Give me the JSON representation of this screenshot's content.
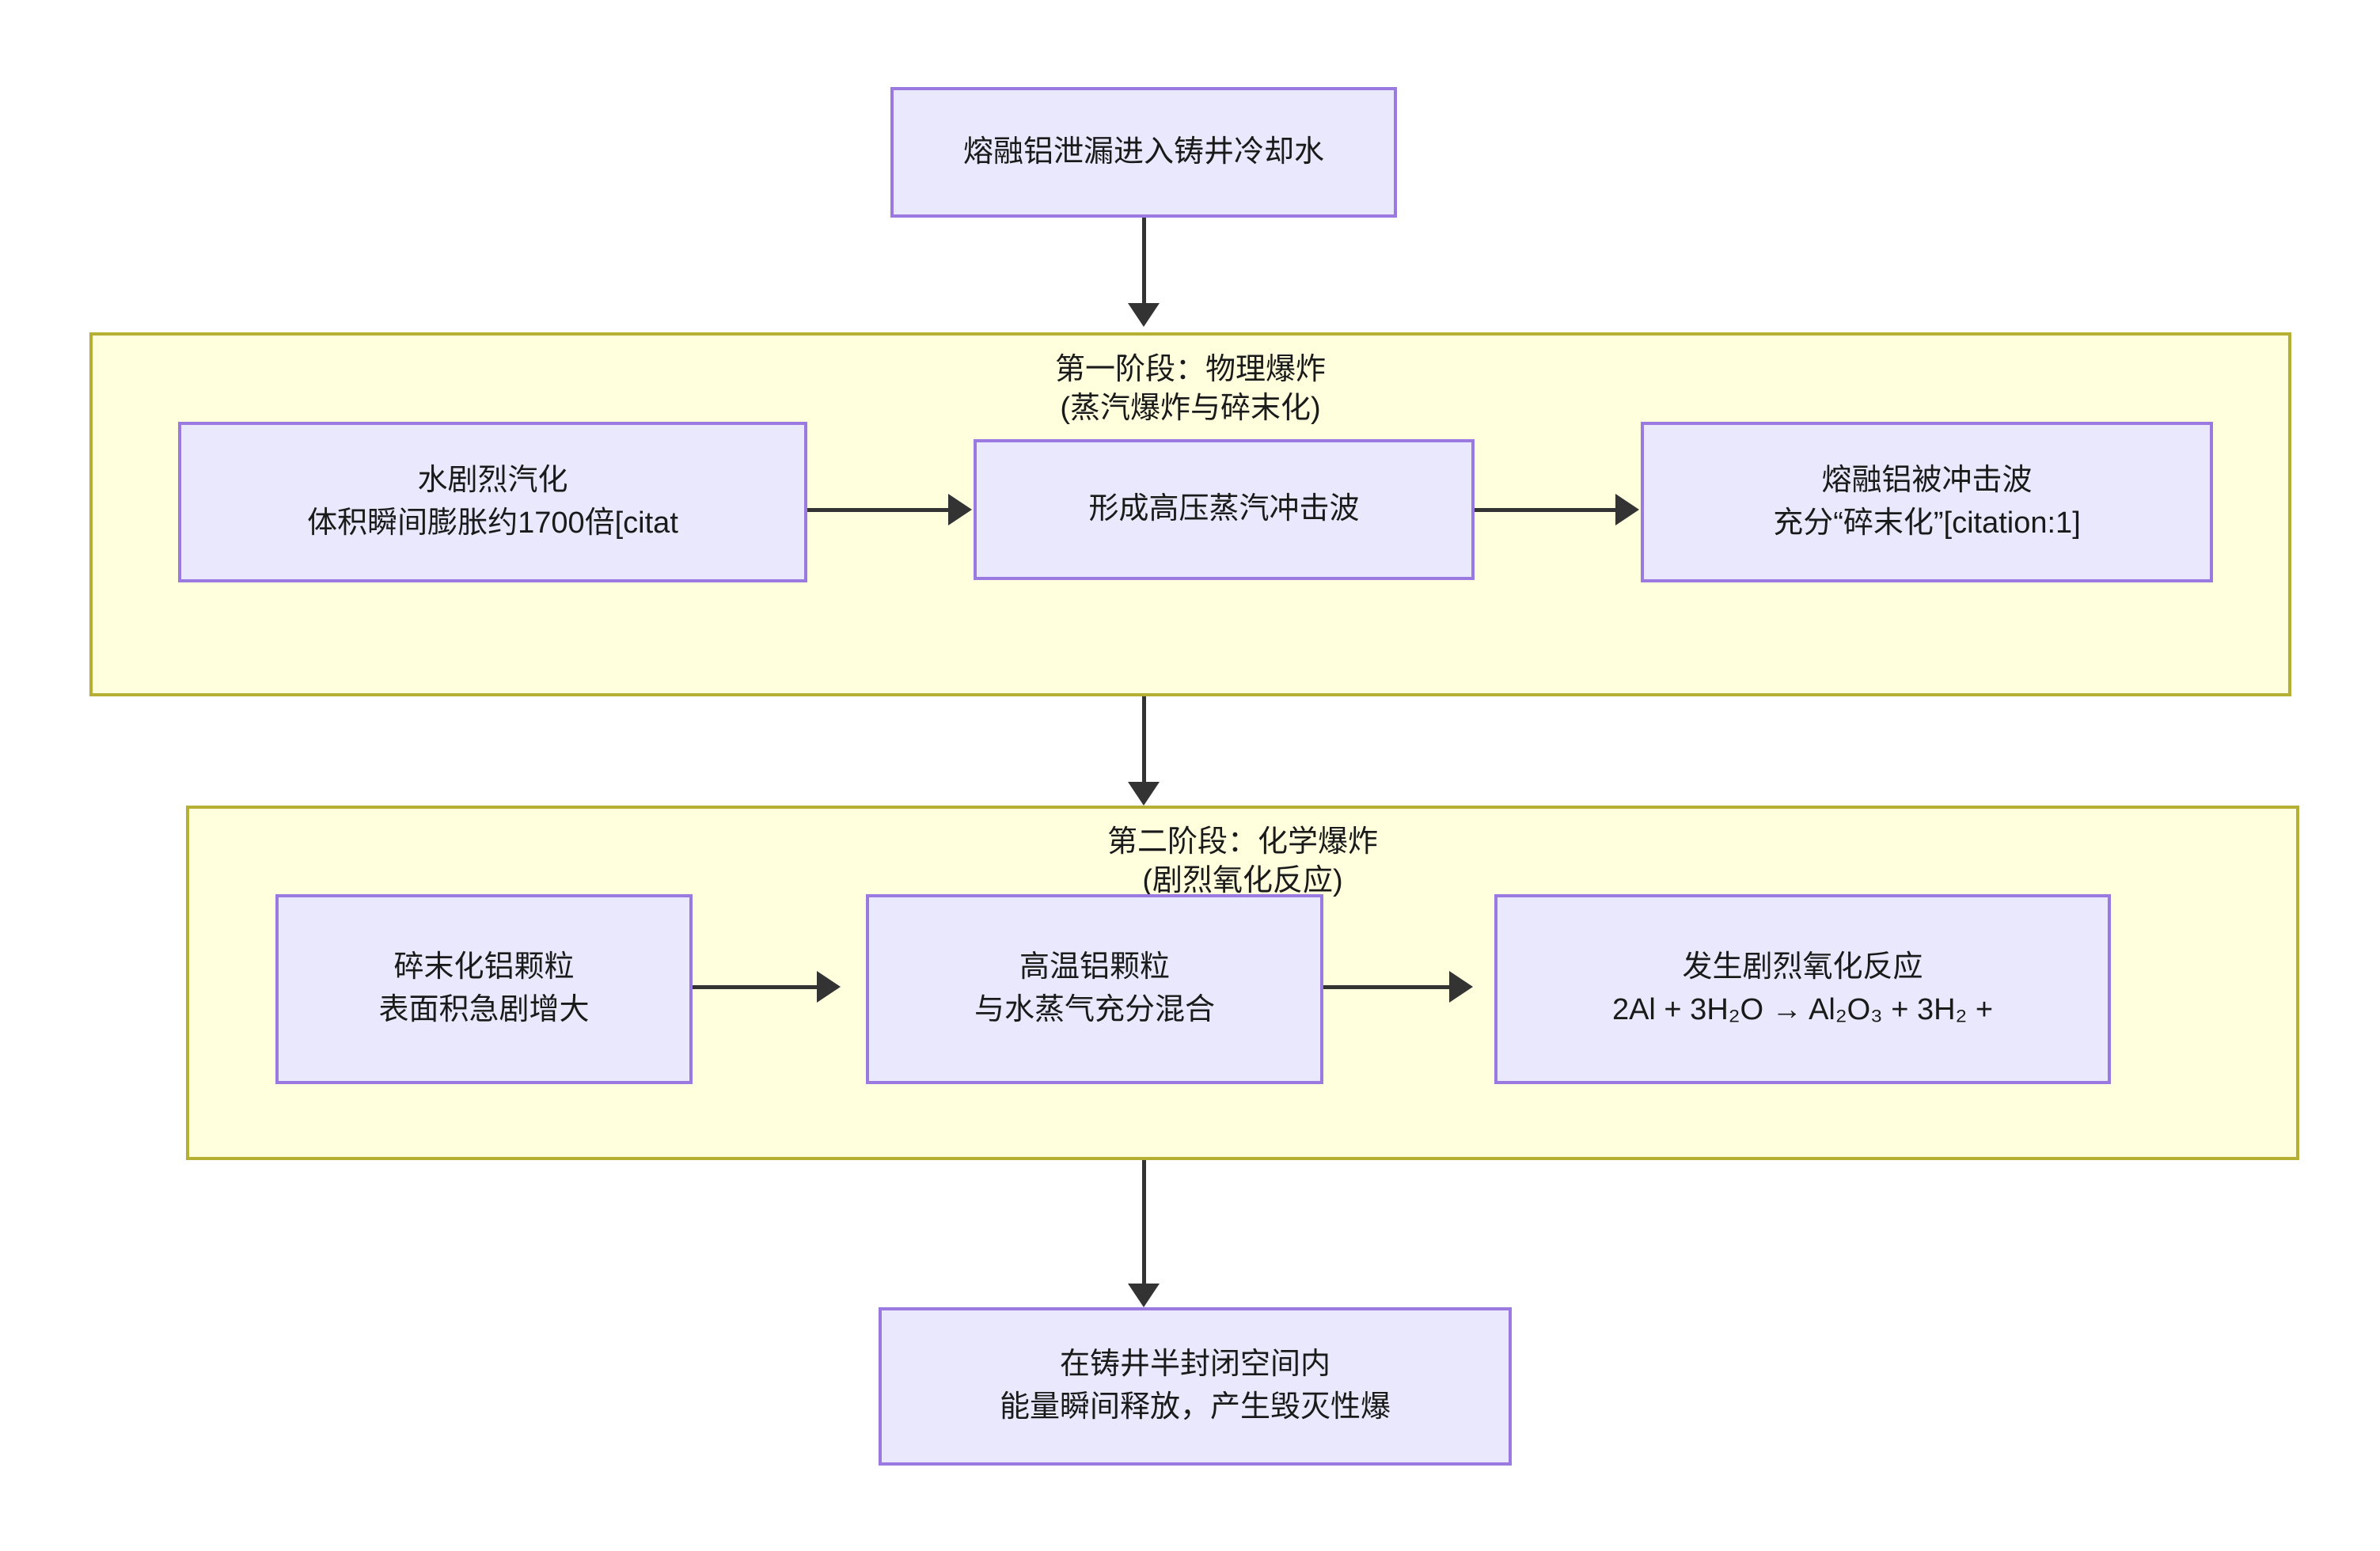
{
  "diagram": {
    "type": "flowchart",
    "direction": "top-to-bottom",
    "start_node": {
      "label": "熔融铝泄漏进入铸井冷却水"
    },
    "stages": [
      {
        "title_line1": "第一阶段：物理爆炸",
        "title_line2": "(蒸汽爆炸与碎末化)",
        "nodes": [
          {
            "line1": "水剧烈汽化",
            "line2": "体积瞬间膨胀约1700倍[citat"
          },
          {
            "line1": "形成高压蒸汽冲击波",
            "line2": ""
          },
          {
            "line1": "熔融铝被冲击波",
            "line2": "充分“碎末化”[citation:1]"
          }
        ]
      },
      {
        "title_line1": "第二阶段：化学爆炸",
        "title_line2": "(剧烈氧化反应)",
        "nodes": [
          {
            "line1": "碎末化铝颗粒",
            "line2": "表面积急剧增大"
          },
          {
            "line1": "高温铝颗粒",
            "line2": "与水蒸气充分混合"
          },
          {
            "line1": "发生剧烈氧化反应",
            "line2": "2Al + 3H₂O → Al₂O₃ + 3H₂ +"
          }
        ]
      }
    ],
    "end_node": {
      "line1": "在铸井半封闭空间内",
      "line2": "能量瞬间释放，产生毁灭性爆"
    },
    "colors": {
      "node_fill": "#e9e8fd",
      "node_border": "#9a79e0",
      "subgraph_fill": "#ffffde",
      "subgraph_border": "#b5b033",
      "edge": "#333333",
      "text": "#1a1a1a",
      "background": "#ffffff"
    }
  }
}
